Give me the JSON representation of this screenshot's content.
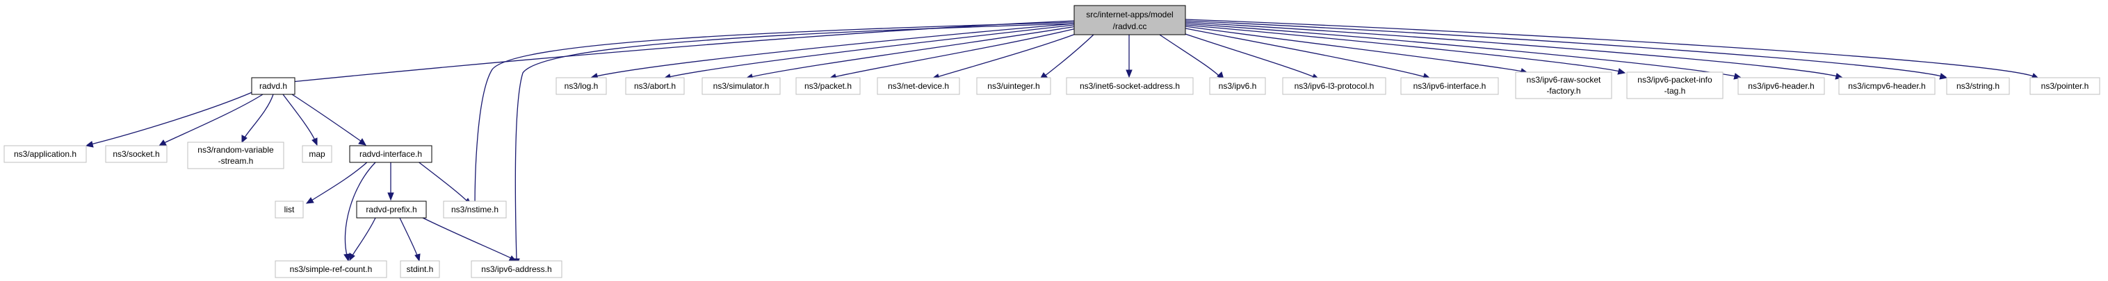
{
  "root": {
    "line1": "src/internet-apps/model",
    "line2": "/radvd.cc"
  },
  "nodes": {
    "radvd_h": {
      "label": "radvd.h"
    },
    "radvd_interface_h": {
      "label": "radvd-interface.h"
    },
    "radvd_prefix_h": {
      "label": "radvd-prefix.h"
    },
    "application_h": {
      "label": "ns3/application.h"
    },
    "socket_h": {
      "label": "ns3/socket.h"
    },
    "random_variable_stream_h": {
      "line1": "ns3/random-variable",
      "line2": "-stream.h"
    },
    "map": {
      "label": "map"
    },
    "list": {
      "label": "list"
    },
    "nstime_h": {
      "label": "ns3/nstime.h"
    },
    "simple_ref_count_h": {
      "label": "ns3/simple-ref-count.h"
    },
    "stdint_h": {
      "label": "stdint.h"
    },
    "ipv6_address_h": {
      "label": "ns3/ipv6-address.h"
    },
    "log_h": {
      "label": "ns3/log.h"
    },
    "abort_h": {
      "label": "ns3/abort.h"
    },
    "simulator_h": {
      "label": "ns3/simulator.h"
    },
    "packet_h": {
      "label": "ns3/packet.h"
    },
    "net_device_h": {
      "label": "ns3/net-device.h"
    },
    "uinteger_h": {
      "label": "ns3/uinteger.h"
    },
    "inet6_socket_address_h": {
      "label": "ns3/inet6-socket-address.h"
    },
    "ipv6_h": {
      "label": "ns3/ipv6.h"
    },
    "ipv6_l3_protocol_h": {
      "label": "ns3/ipv6-l3-protocol.h"
    },
    "ipv6_interface_h": {
      "label": "ns3/ipv6-interface.h"
    },
    "ipv6_raw_socket_factory_h": {
      "line1": "ns3/ipv6-raw-socket",
      "line2": "-factory.h"
    },
    "ipv6_packet_info_tag_h": {
      "line1": "ns3/ipv6-packet-info",
      "line2": "-tag.h"
    },
    "ipv6_header_h": {
      "label": "ns3/ipv6-header.h"
    },
    "icmpv6_header_h": {
      "label": "ns3/icmpv6-header.h"
    },
    "string_h": {
      "label": "ns3/string.h"
    },
    "pointer_h": {
      "label": "ns3/pointer.h"
    }
  },
  "colors": {
    "edge": "#191970",
    "root_fill": "#bfbfbf",
    "node_border": "#000000",
    "leaf_border": "#bfbfbf"
  }
}
